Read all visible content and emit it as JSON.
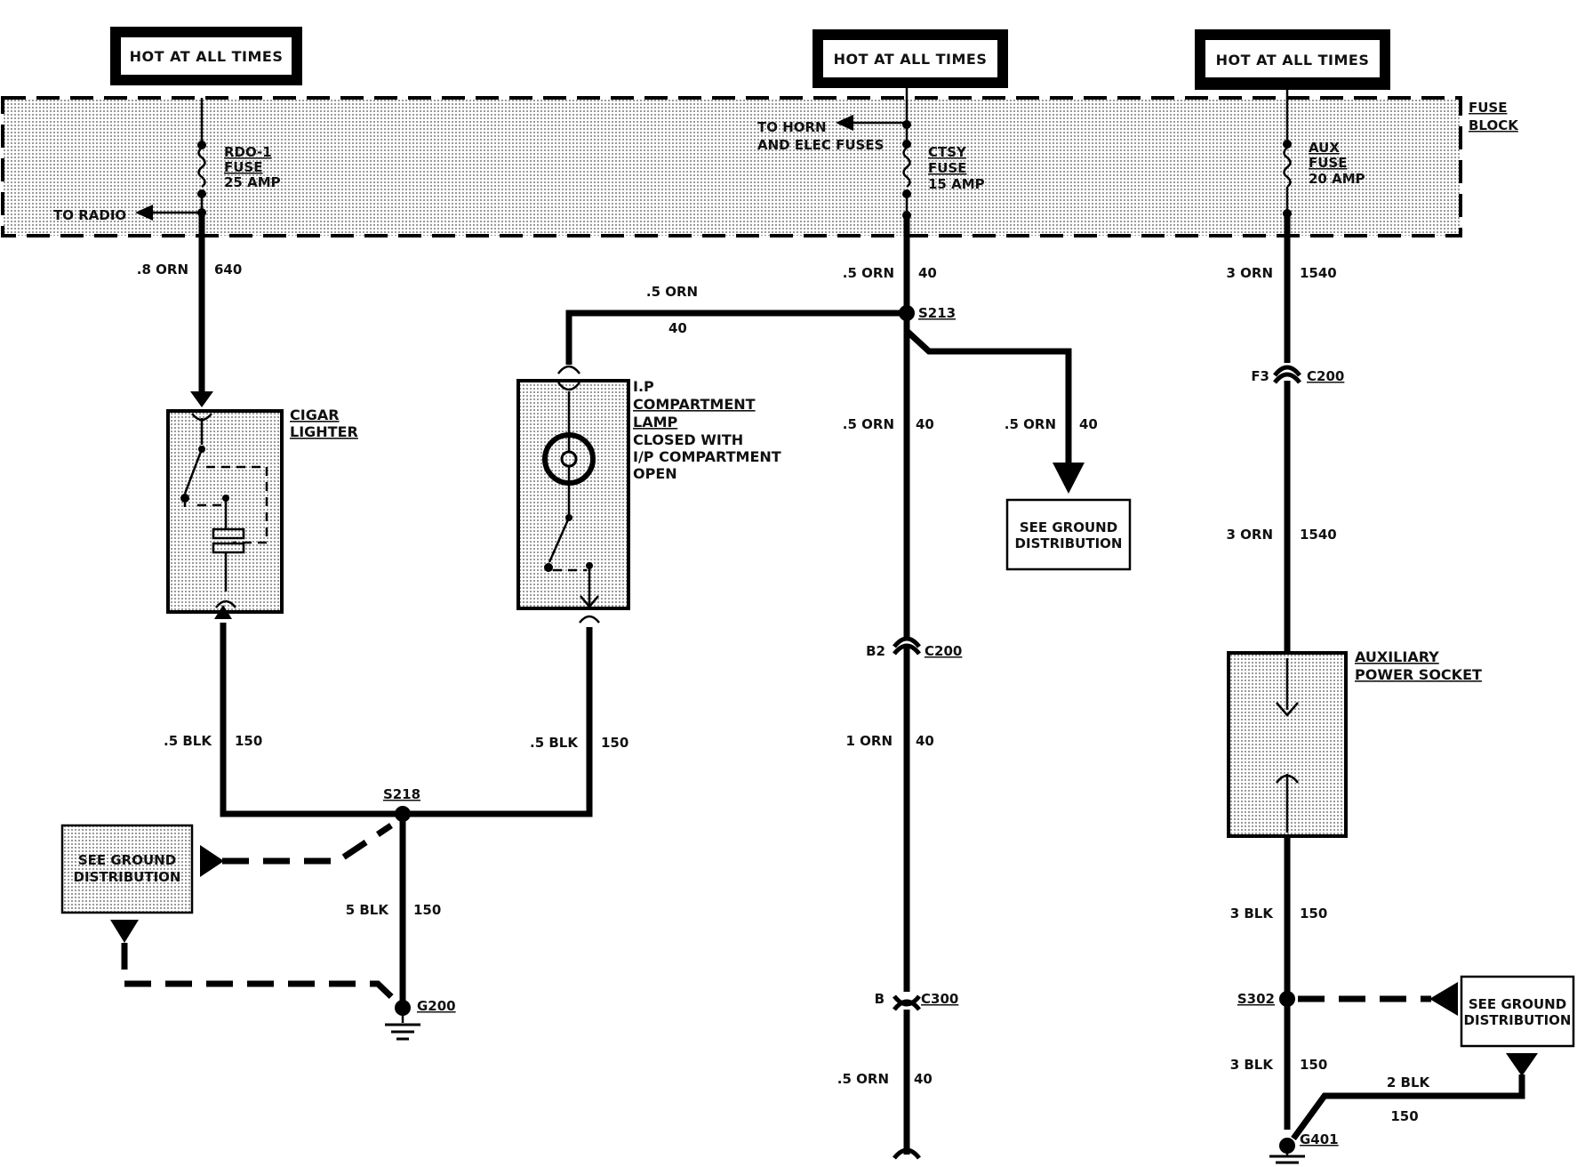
{
  "hot_labels": [
    "HOT AT ALL TIMES",
    "HOT AT ALL TIMES",
    "HOT AT ALL TIMES"
  ],
  "fuse_block": {
    "line1": "FUSE",
    "line2": "BLOCK"
  },
  "fuses": {
    "rdo": {
      "name": "RDO-1",
      "type": "FUSE",
      "rating": "25 AMP"
    },
    "ctsy": {
      "name": "CTSY",
      "type": "FUSE",
      "rating": "15 AMP"
    },
    "aux": {
      "name": "AUX",
      "type": "FUSE",
      "rating": "20 AMP"
    }
  },
  "branches": {
    "to_radio": "TO RADIO",
    "to_horn_line1": "TO HORN",
    "to_horn_line2": "AND ELEC FUSES"
  },
  "wires": {
    "w1_size": ".8 ORN",
    "w1_circuit": "640",
    "w2_size": ".5 ORN",
    "w2_circuit": "40",
    "w3_size": "3 ORN",
    "w3_circuit": "1540",
    "w4_size": ".5 ORN",
    "w4_circuit": "40",
    "w5_size": ".5 ORN",
    "w5_circuit": "40",
    "w6_size": ".5 ORN",
    "w6_circuit": "40",
    "w7_size": "3 ORN",
    "w7_circuit": "1540",
    "w8_size": ".5 BLK",
    "w8_circuit": "150",
    "w9_size": ".5 BLK",
    "w9_circuit": "150",
    "w10_size": "1 ORN",
    "w10_circuit": "40",
    "w11_size": "5 BLK",
    "w11_circuit": "150",
    "w12_size": "3 BLK",
    "w12_circuit": "150",
    "w13_size": "3 BLK",
    "w13_circuit": "150",
    "w14_size": ".5 ORN",
    "w14_circuit": "40",
    "w15_size": "2 BLK",
    "w15_circuit": "150"
  },
  "splices": {
    "s213": "S213",
    "s218": "S218",
    "s302": "S302"
  },
  "connectors": {
    "c200_a_pin": "F3",
    "c200_a": "C200",
    "c200_b_pin": "B2",
    "c200_b": "C200",
    "c300_pin": "B",
    "c300": "C300"
  },
  "grounds": {
    "g200": "G200",
    "g401": "G401"
  },
  "components": {
    "cigar_line1": "CIGAR",
    "cigar_line2": "LIGHTER",
    "ip_line1": "I.P",
    "ip_line2": "COMPARTMENT",
    "ip_line3": "LAMP",
    "ip_line4": "CLOSED WITH",
    "ip_line5": "I/P COMPARTMENT",
    "ip_line6": "OPEN",
    "aux_line1": "AUXILIARY",
    "aux_line2": "POWER SOCKET"
  },
  "ground_dist": {
    "line1": "SEE GROUND",
    "line2": "DISTRIBUTION"
  }
}
